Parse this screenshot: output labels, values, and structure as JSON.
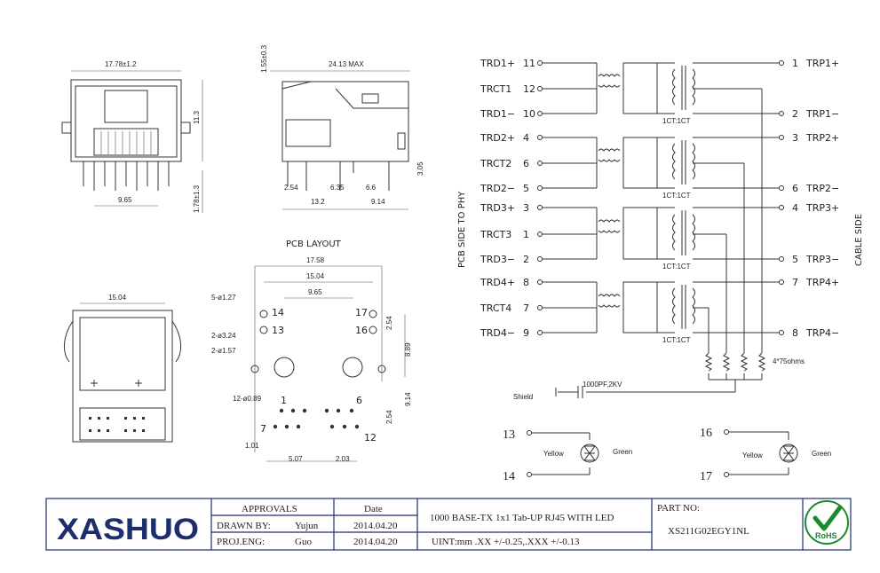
{
  "drawing": {
    "front_view": {
      "dim_width": "17.78±1.2",
      "dim_height": "11.3",
      "dim_pin": "9.65",
      "dim_pitch": "1.78±1.3"
    },
    "side_view": {
      "dim_length": "24.13 MAX",
      "dim_top": "1.55±0.3",
      "dim_a": "2.54",
      "dim_b": "6.35",
      "dim_c": "6.6",
      "dim_d": "13.2",
      "dim_e": "9.14",
      "dim_h": "3.05"
    },
    "top_view": {
      "dim_width": "15.04"
    },
    "pcb_layout": {
      "title": "PCB LAYOUT",
      "dim_1758": "17.58",
      "dim_1504": "15.04",
      "dim_965": "9.65",
      "dim_889": "8.89",
      "dim_254a": "2.54",
      "dim_914": "9.14",
      "dim_254b": "2.54",
      "dim_101": "1.01",
      "dim_507": "5.07",
      "dim_203": "2.03",
      "hole_a": "5-ø1.27",
      "hole_b": "2-ø3.24",
      "hole_c": "2-ø1.57",
      "hole_d": "12-ø0.89",
      "pins": [
        "14",
        "13",
        "17",
        "16",
        "1",
        "6",
        "7",
        "12"
      ]
    },
    "schematic": {
      "left_pins": [
        {
          "name": "TRD1+",
          "num": "11"
        },
        {
          "name": "TRCT1",
          "num": "12"
        },
        {
          "name": "TRD1−",
          "num": "10"
        },
        {
          "name": "TRD2+",
          "num": "4"
        },
        {
          "name": "TRCT2",
          "num": "6"
        },
        {
          "name": "TRD2−",
          "num": "5"
        },
        {
          "name": "TRD3+",
          "num": "3"
        },
        {
          "name": "TRCT3",
          "num": "1"
        },
        {
          "name": "TRD3−",
          "num": "2"
        },
        {
          "name": "TRD4+",
          "num": "8"
        },
        {
          "name": "TRCT4",
          "num": "7"
        },
        {
          "name": "TRD4−",
          "num": "9"
        }
      ],
      "right_pins": [
        {
          "num": "1",
          "name": "TRP1+"
        },
        {
          "num": "2",
          "name": "TRP1−"
        },
        {
          "num": "3",
          "name": "TRP2+"
        },
        {
          "num": "6",
          "name": "TRP2−"
        },
        {
          "num": "4",
          "name": "TRP3+"
        },
        {
          "num": "5",
          "name": "TRP3−"
        },
        {
          "num": "7",
          "name": "TRP4+"
        },
        {
          "num": "8",
          "name": "TRP4−"
        }
      ],
      "ratio": "1CT:1CT",
      "left_side": "PCB SIDE TO PHY",
      "right_side": "CABLE SIDE",
      "resistors": "4*75ohms",
      "cap": "1000PF,2KV",
      "shield": "Shield",
      "led_left": {
        "top": "13",
        "bottom": "14",
        "c1": "Yellow",
        "c2": "Green"
      },
      "led_right": {
        "top": "16",
        "bottom": "17",
        "c1": "Yellow",
        "c2": "Green"
      }
    }
  },
  "title_block": {
    "logo": "XASHUO",
    "approvals": "APPROVALS",
    "date_hdr": "Date",
    "drawn_by": "DRAWN BY:",
    "drawn_name": "Yujun",
    "drawn_date": "2014.04.20",
    "proj_eng": "PROJ.ENG:",
    "proj_name": "Guo",
    "proj_date": "2014.04.20",
    "description": "1000 BASE-TX 1x1 Tab-UP RJ45 WITH LED",
    "units": "UINT:mm .XX +/-0.25,.XXX +/-0.13",
    "part_no_label": "PART NO:",
    "part_no": "XS211G02EGY1NL",
    "rohs": "RoHS",
    "colors": {
      "border": "#1c2e6e",
      "rohs": "#1a8a2a"
    }
  }
}
